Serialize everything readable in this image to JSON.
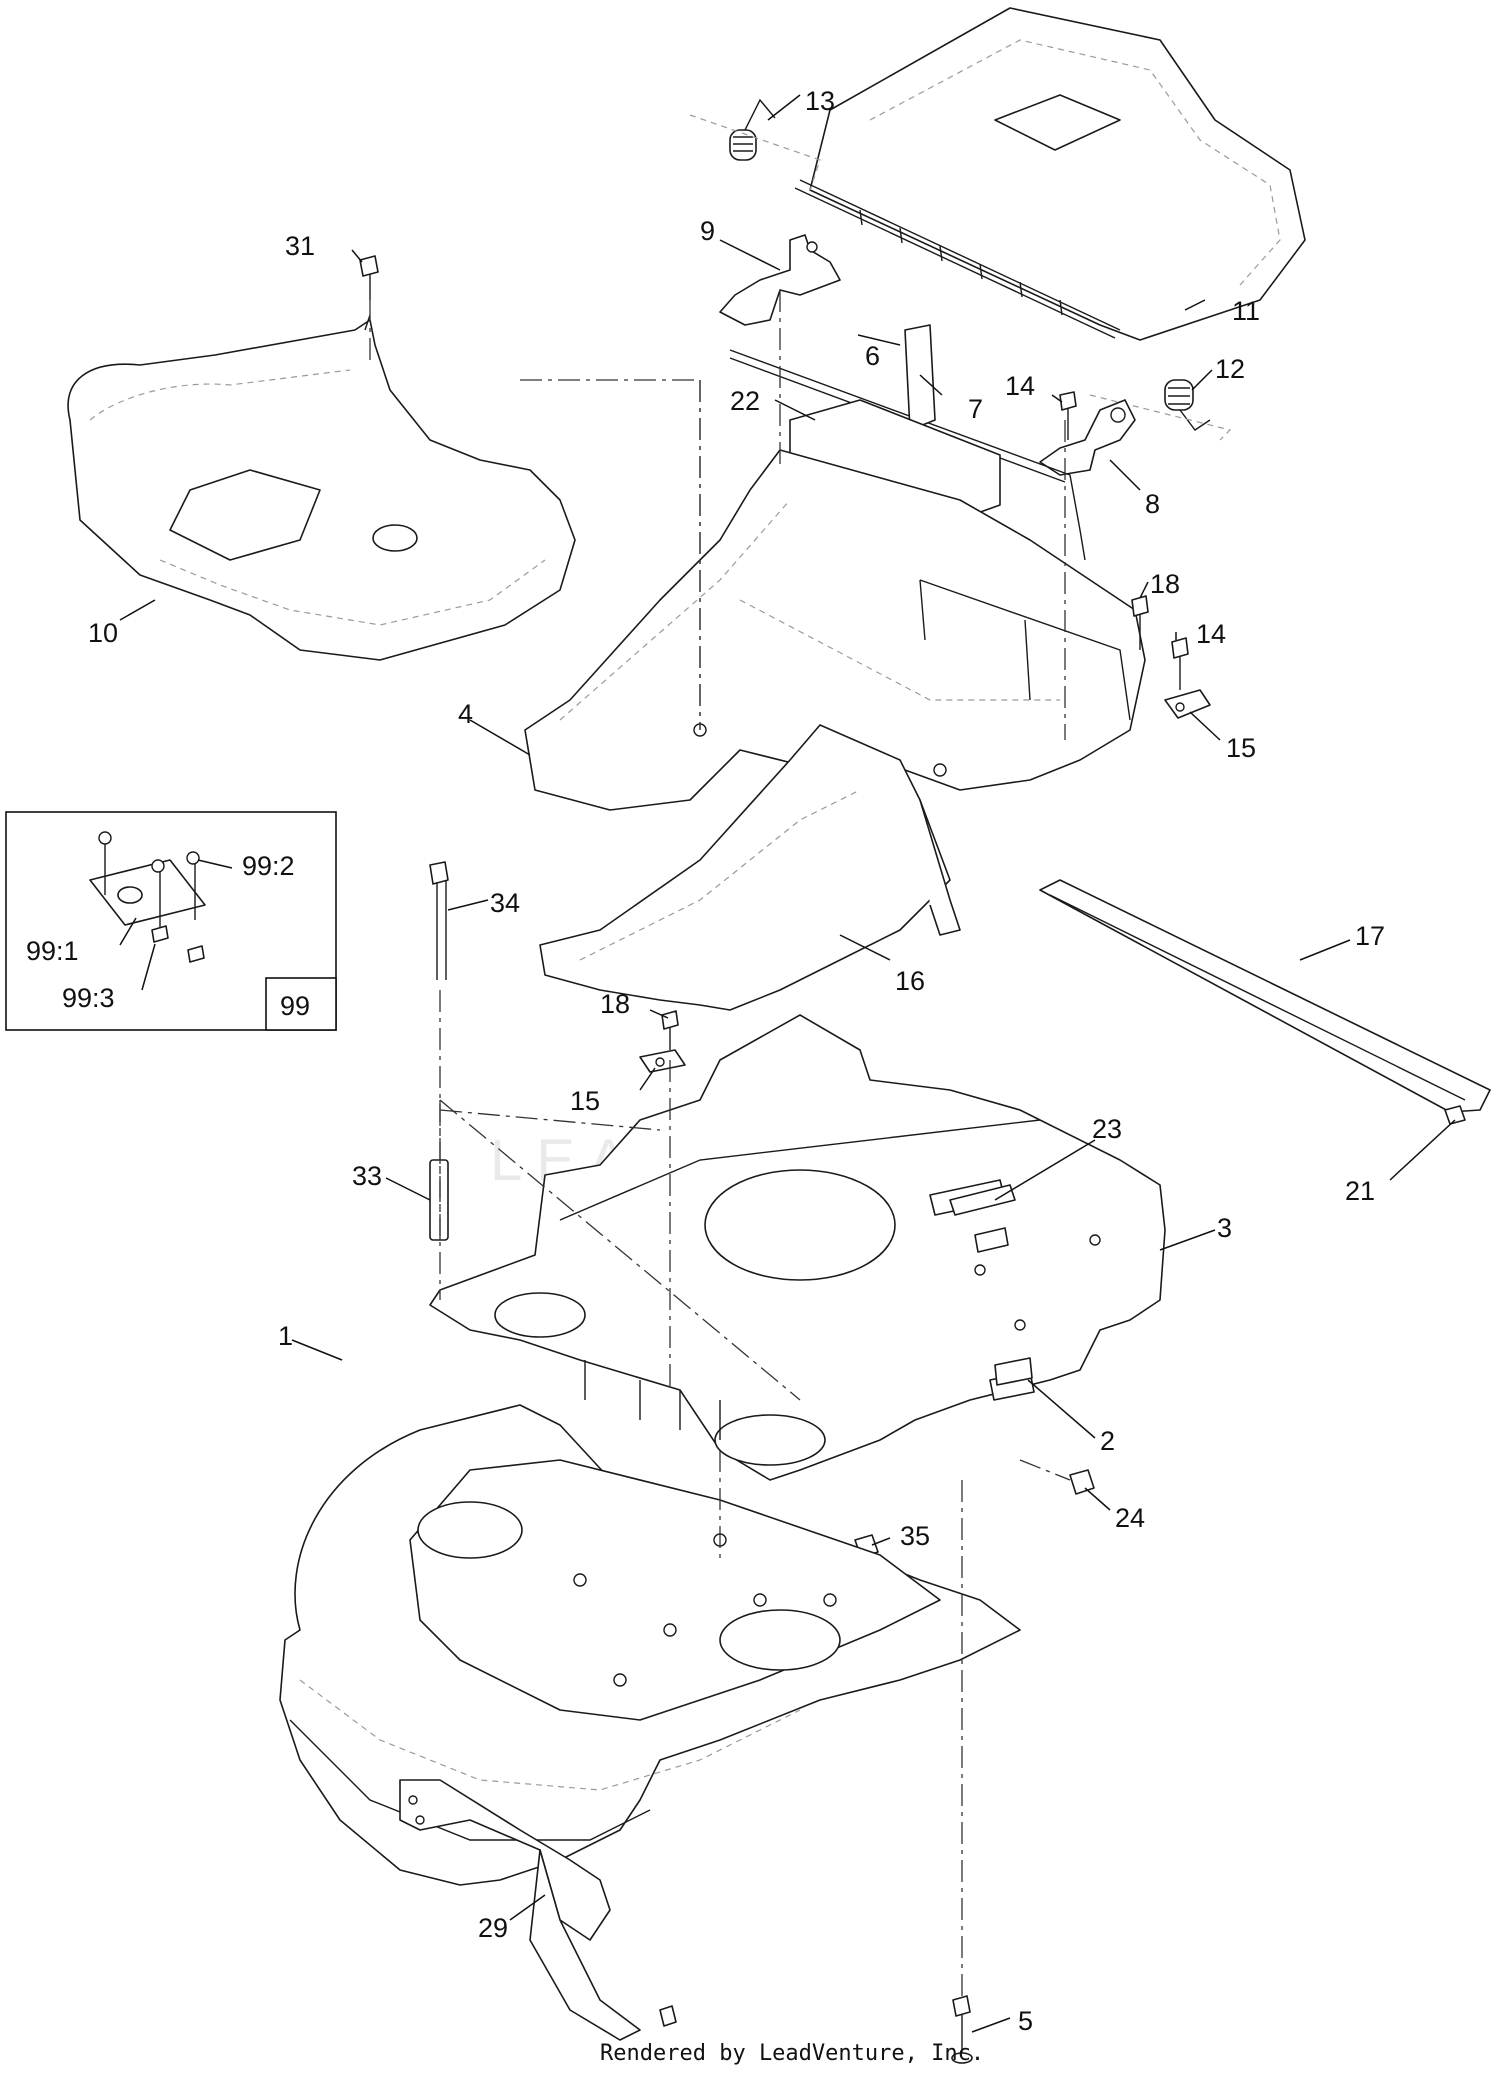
{
  "callouts": {
    "c1": "1",
    "c2": "2",
    "c3": "3",
    "c4": "4",
    "c5": "5",
    "c6": "6",
    "c7": "7",
    "c8": "8",
    "c9": "9",
    "c10": "10",
    "c11": "11",
    "c12": "12",
    "c13": "13",
    "c14a": "14",
    "c14b": "14",
    "c15a": "15",
    "c15b": "15",
    "c16": "16",
    "c17": "17",
    "c18a": "18",
    "c18b": "18",
    "c21": "21",
    "c22": "22",
    "c23": "23",
    "c24": "24",
    "c29": "29",
    "c31": "31",
    "c33": "33",
    "c34": "34",
    "c35": "35"
  },
  "inset": {
    "item_99_1": "99:1",
    "item_99_2": "99:2",
    "item_99_3": "99:3",
    "kit_number": "99"
  },
  "watermark": "LEADVENTURE",
  "footer": "Rendered by LeadVenture, Inc."
}
